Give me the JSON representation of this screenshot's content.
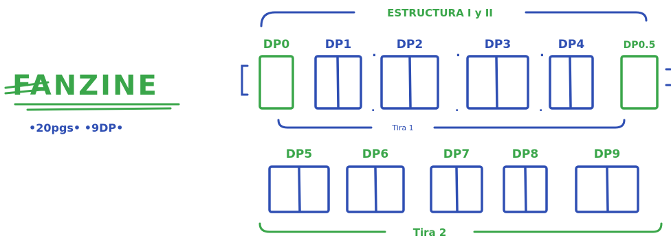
{
  "title": "FANZINE",
  "subtitle": "•20pgs• •9DP•",
  "structure_label": "ESTRUCTURA I y II",
  "colors": {
    "green": "#3aa64a",
    "blue": "#2f4fb3",
    "paper": "#ffffff"
  },
  "row1": {
    "spreads": [
      {
        "label": "DP0",
        "color": "green",
        "panels": 1
      },
      {
        "label": "DP1",
        "color": "blue",
        "panels": 2
      },
      {
        "label": "DP2",
        "color": "blue",
        "panels": 2
      },
      {
        "label": "DP3",
        "color": "blue",
        "panels": 2
      },
      {
        "label": "DP4",
        "color": "blue",
        "panels": 2
      },
      {
        "label": "DP0.5",
        "color": "green",
        "panels": 1
      }
    ],
    "strip_label": "Tira 1"
  },
  "row2": {
    "spreads": [
      {
        "label": "DP5",
        "color": "green",
        "panels": 2
      },
      {
        "label": "DP6",
        "color": "green",
        "panels": 2
      },
      {
        "label": "DP7",
        "color": "green",
        "panels": 2
      },
      {
        "label": "DP8",
        "color": "green",
        "panels": 2
      },
      {
        "label": "DP9",
        "color": "green",
        "panels": 2
      }
    ],
    "strip_label": "Tira 2"
  }
}
